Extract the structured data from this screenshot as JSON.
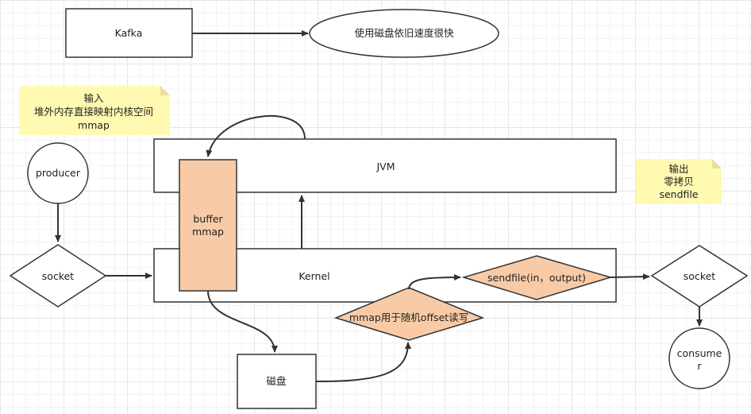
{
  "colors": {
    "stroke": "#333333",
    "orange_fill": "#f8cba6",
    "note_fill": "#fff9b2",
    "note_fold": "#e6e09a"
  },
  "nodes": {
    "kafka": "Kafka",
    "disk_fast": "使用磁盘依旧速度很快",
    "producer": "producer",
    "socket_left": "socket",
    "jvm": "JVM",
    "kernel": "Kernel",
    "buffer_line1": "buffer",
    "buffer_line2": "mmap",
    "disk": "磁盘",
    "mmap_random": "mmap用于随机offset读写",
    "sendfile": "sendfile(in，output)",
    "socket_right": "socket",
    "consumer_line1": "consume",
    "consumer_line2": "r"
  },
  "notes": {
    "input": {
      "line1": "输入",
      "line2": "堆外内存直接映射内核空间",
      "line3": "mmap"
    },
    "output": {
      "line1": "输出",
      "line2": "零拷贝",
      "line3": "sendfile"
    }
  }
}
